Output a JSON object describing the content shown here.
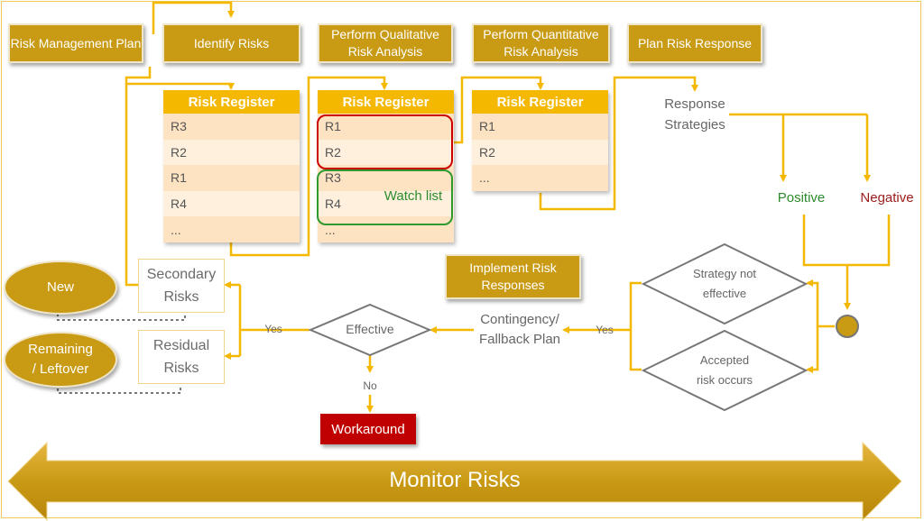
{
  "process_steps": {
    "risk_mgmt_plan": "Risk Management Plan",
    "identify_risks": "Identify Risks",
    "qualitative": "Perform Qualitative\nRisk Analysis",
    "quantitative": "Perform Quantitative\nRisk Analysis",
    "plan_response": "Plan Risk Response",
    "implement": "Implement Risk\nResponses"
  },
  "registers": [
    {
      "title": "Risk Register",
      "rows": [
        "R3",
        "R2",
        "R1",
        "R4",
        "..."
      ]
    },
    {
      "title": "Risk Register",
      "rows": [
        "R1",
        "R2",
        "R3",
        "R4",
        "..."
      ]
    },
    {
      "title": "Risk Register",
      "rows": [
        "R1",
        "R2",
        "..."
      ]
    }
  ],
  "watch_list": "Watch list",
  "response_strategies": "Response\nStrategies",
  "positive": "Positive",
  "negative": "Negative",
  "diamonds": {
    "strategy_not_effective": "Strategy not\neffective",
    "accepted_risk": "Accepted\nrisk occurs",
    "effective": "Effective"
  },
  "contingency": "Contingency/\nFallback Plan",
  "yes_right": "Yes",
  "yes_left": "Yes",
  "no": "No",
  "workaround": "Workaround",
  "secondary_risks": "Secondary\nRisks",
  "residual_risks": "Residual\nRisks",
  "new": "New",
  "remaining": "Remaining\n/ Leftover",
  "monitor": "Monitor Risks",
  "colors": {
    "gold": "#c99a14",
    "register_header": "#f5b800",
    "line": "#f5b800",
    "red": "#c00000",
    "green": "#2e8b2e"
  }
}
